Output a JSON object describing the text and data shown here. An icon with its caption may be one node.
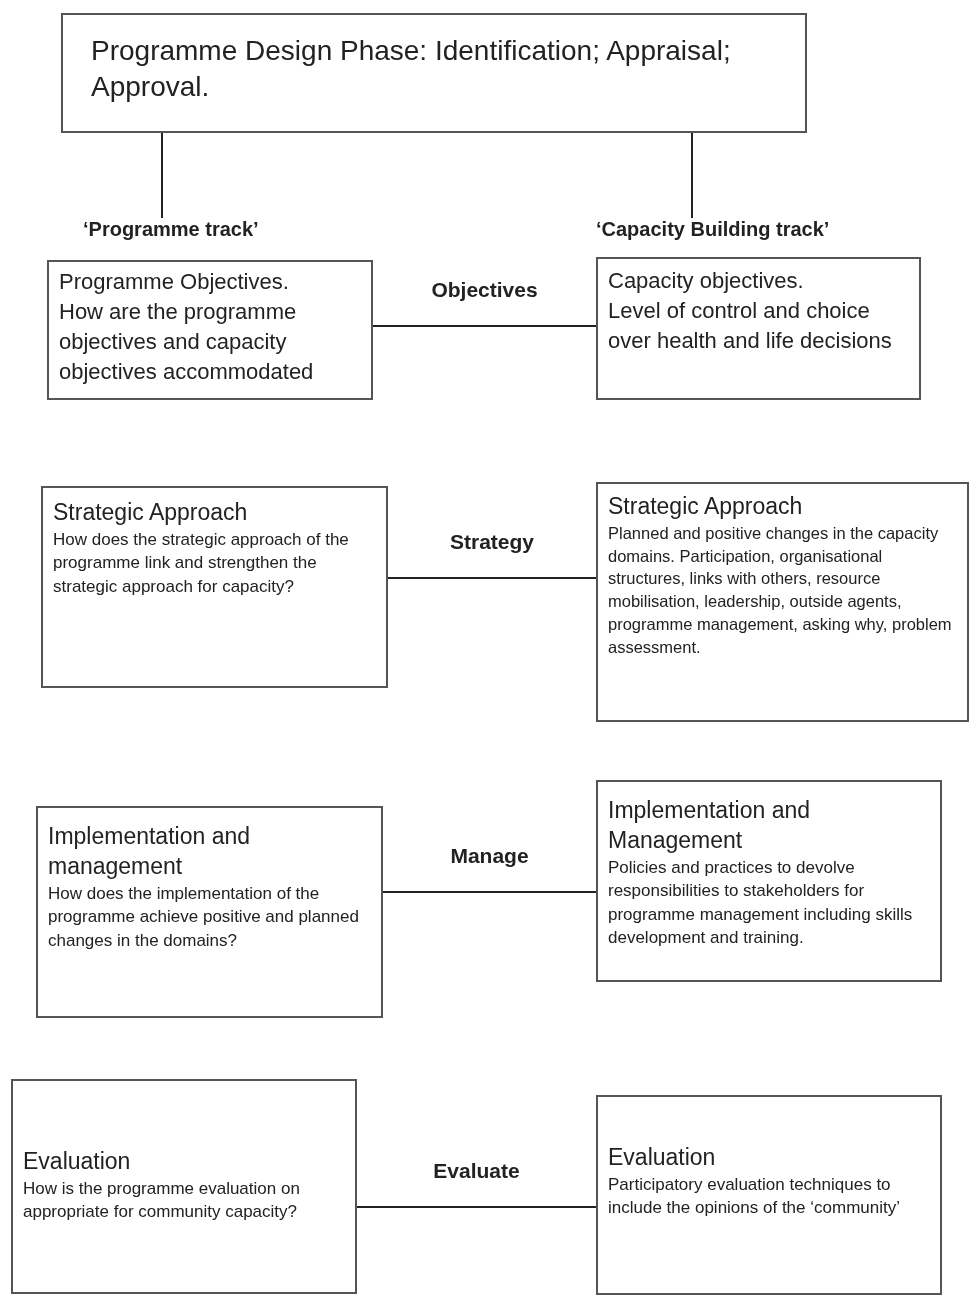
{
  "diagram": {
    "nodes": [
      {
        "text": [
          "Programme Design Phase: Identification; Appraisal; Approval."
        ]
      },
      {
        "text": [
          "‘Programme track’"
        ]
      },
      {
        "text": [
          "‘Capacity Building track’"
        ]
      },
      {
        "text": [
          "Programme Objectives.",
          "How are the programme objectives and capacity objectives accommodated"
        ]
      },
      {
        "text": [
          "Capacity objectives.",
          "Level of control and choice over health and life decisions"
        ]
      },
      {
        "text": [
          "Strategic Approach",
          "How does the strategic approach of the programme link and strengthen the strategic approach for capacity?"
        ]
      },
      {
        "text": [
          "Strategic Approach",
          "Planned and positive changes in the capacity domains. Participation, organisational structures, links with others, resource mobilisation, leadership, outside agents, programme management, asking why, problem assessment."
        ]
      },
      {
        "text": [
          "Implementation and management",
          "How does the implementation of the programme achieve positive and planned changes in the domains?"
        ]
      },
      {
        "text": [
          "Implementation and Management",
          "Policies and practices to devolve responsibilities to stakeholders for programme management including skills development and training."
        ]
      },
      {
        "text": [
          "Evaluation",
          "How is the programme evaluation on appropriate for community capacity?"
        ]
      },
      {
        "text": [
          "Evaluation",
          "Participatory evaluation techniques to include the opinions of the ‘community’"
        ]
      }
    ],
    "edges": [
      {
        "from": 0,
        "to": 1,
        "arrow": "none"
      },
      {
        "from": 0,
        "to": 2,
        "arrow": "none"
      },
      {
        "from": 3,
        "to": 4,
        "arrow": "none",
        "label": "Objectives"
      },
      {
        "from": 5,
        "to": 6,
        "arrow": "none",
        "label": "Strategy"
      },
      {
        "from": 7,
        "to": 8,
        "arrow": "none",
        "label": "Manage"
      },
      {
        "from": 9,
        "to": 10,
        "arrow": "none",
        "label": "Evaluate"
      }
    ]
  }
}
